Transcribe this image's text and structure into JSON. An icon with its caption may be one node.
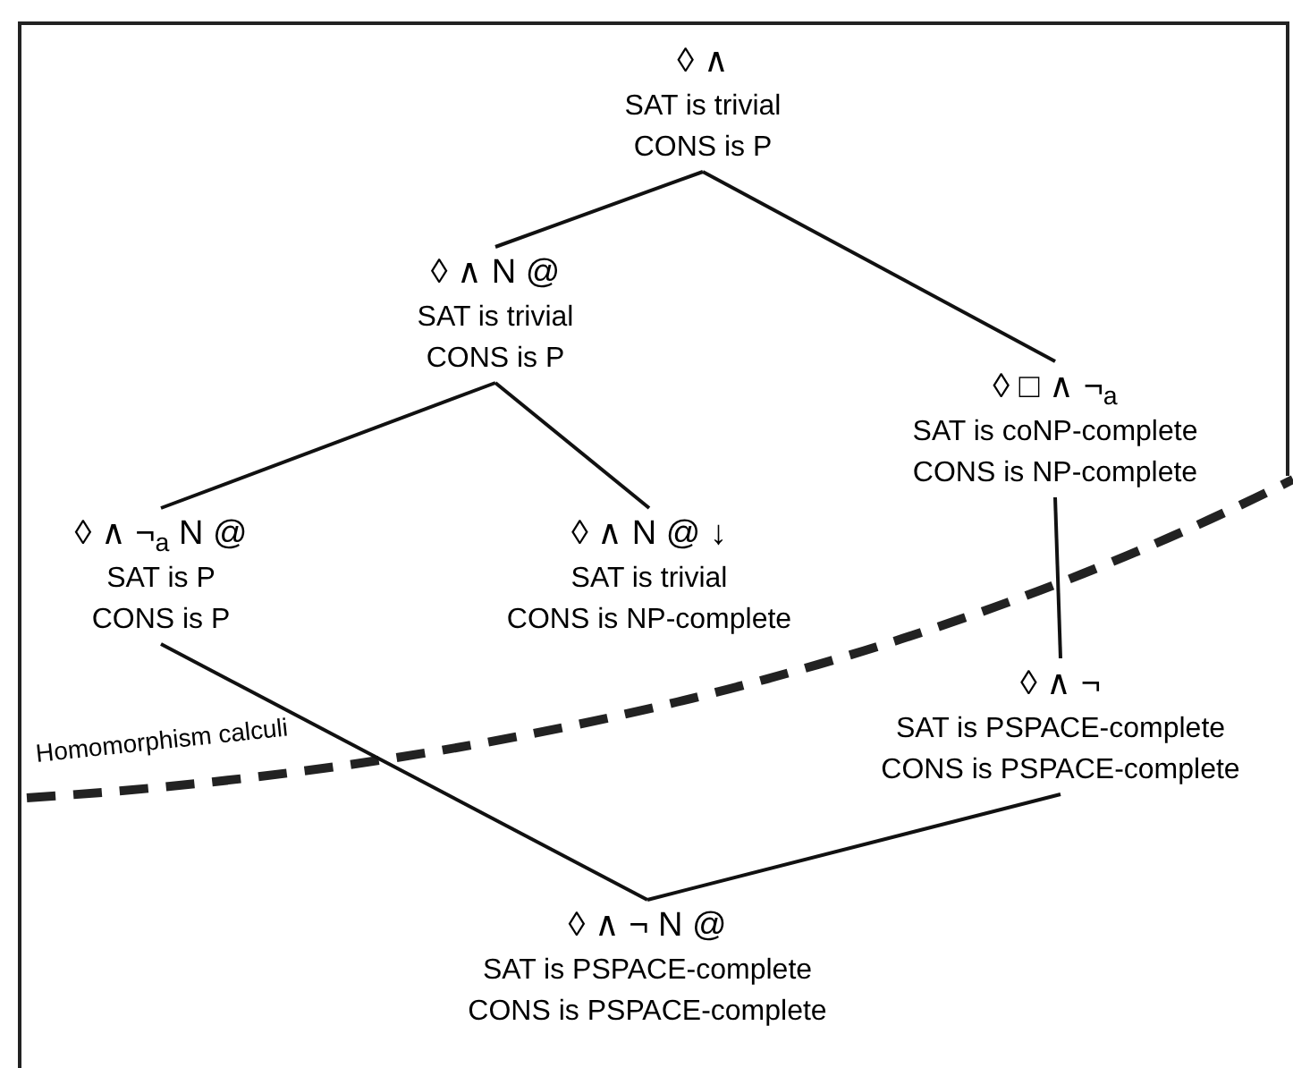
{
  "diagram": {
    "nodes": [
      {
        "text": [
          "◊ ∧",
          "SAT is trivial",
          "CONS is P"
        ]
      },
      {
        "text": [
          "◊ ∧ N @",
          "SAT is trivial",
          "CONS is P"
        ]
      },
      {
        "text": [
          "◊ □ ∧ ¬$_{a}$",
          "SAT is coNP-complete",
          "CONS is NP-complete"
        ]
      },
      {
        "text": [
          "◊ ∧ ¬$_{a}$ N @",
          "SAT is P",
          "CONS is P"
        ]
      },
      {
        "text": [
          "◊ ∧ N @ ↓",
          "SAT is trivial",
          "CONS is NP-complete"
        ]
      },
      {
        "text": [
          "◊ ∧ ¬",
          "SAT is PSPACE-complete",
          "CONS is PSPACE-complete"
        ]
      },
      {
        "text": [
          "◊ ∧ ¬ N @",
          "SAT is PSPACE-complete",
          "CONS is PSPACE-complete"
        ]
      }
    ],
    "edges": [
      {
        "from": 0,
        "to": 1,
        "arrow": "none"
      },
      {
        "from": 0,
        "to": 2,
        "arrow": "none"
      },
      {
        "from": 1,
        "to": 3,
        "arrow": "none"
      },
      {
        "from": 1,
        "to": 4,
        "arrow": "none"
      },
      {
        "from": 2,
        "to": 5,
        "arrow": "none"
      },
      {
        "from": 3,
        "to": 6,
        "arrow": "none"
      },
      {
        "from": 5,
        "to": 6,
        "arrow": "none"
      }
    ],
    "labels": [
      "Homomorphism calculi"
    ]
  }
}
